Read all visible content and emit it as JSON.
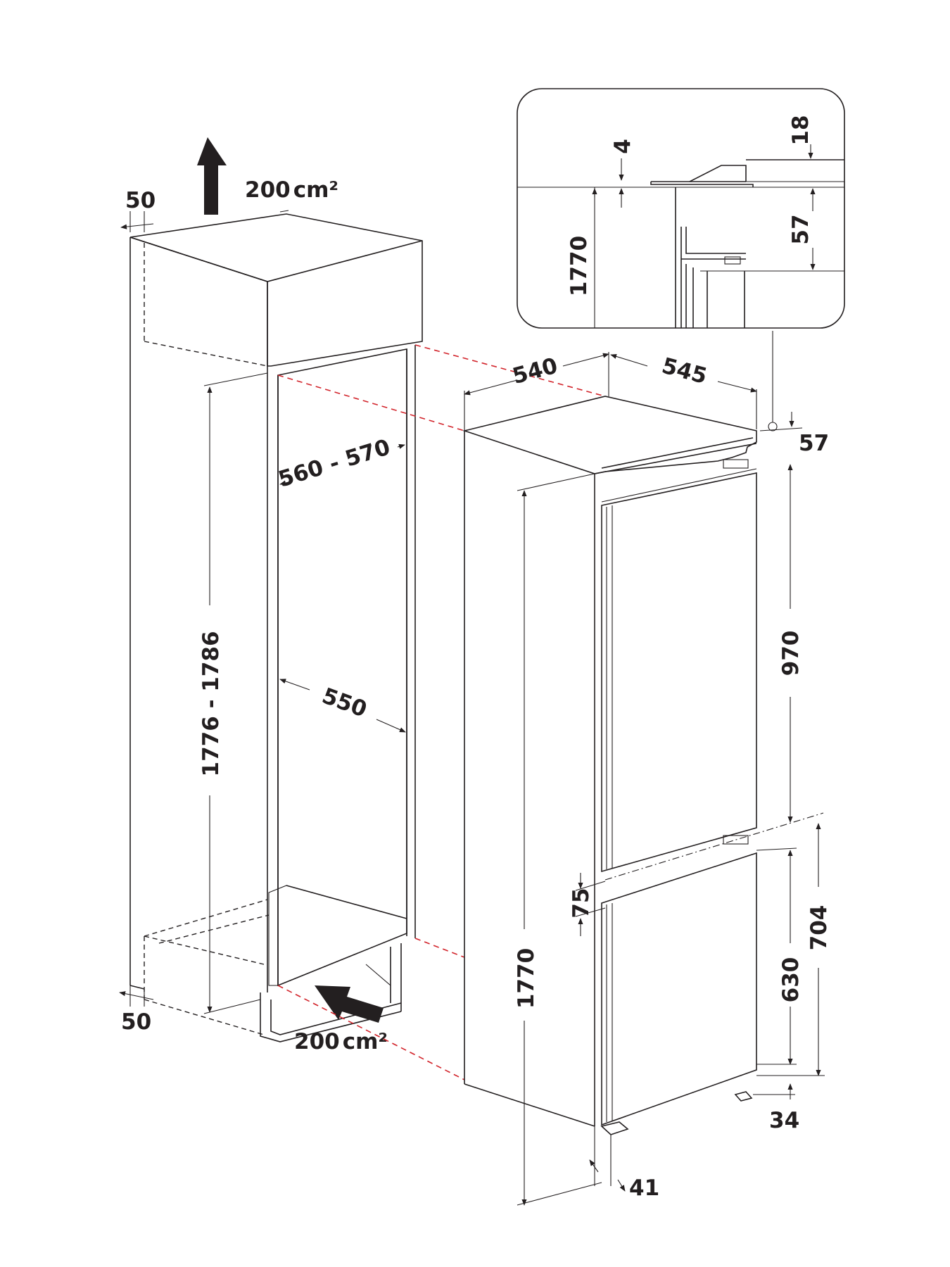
{
  "colors": {
    "line": "#231f20",
    "niche_fill": "#bdbcbc",
    "floor_fill": "#dcdcdc",
    "alignment_lines": "#d2232a"
  },
  "ventilation": {
    "top": {
      "label": "200",
      "unit": "cm²",
      "gap": "50",
      "arrow": "up-arrow-icon"
    },
    "bottom": {
      "label": "200",
      "unit": "cm²",
      "gap": "50",
      "arrow": "inlet-arrow-icon"
    }
  },
  "niche": {
    "height": "1776 - 1786",
    "width": "560 - 570",
    "depth": "550"
  },
  "appliance": {
    "width": "540",
    "depth": "545",
    "height": "1770",
    "top_hinge": "57",
    "upper_door": "970",
    "door_gap": "75",
    "lower_door": "630",
    "lower_door_total": "704",
    "bottom_clearance": "34",
    "plinth": "41"
  },
  "detail": {
    "height": "1770",
    "top_gap": "4",
    "top_hinge": "18",
    "hinge_height": "57"
  }
}
